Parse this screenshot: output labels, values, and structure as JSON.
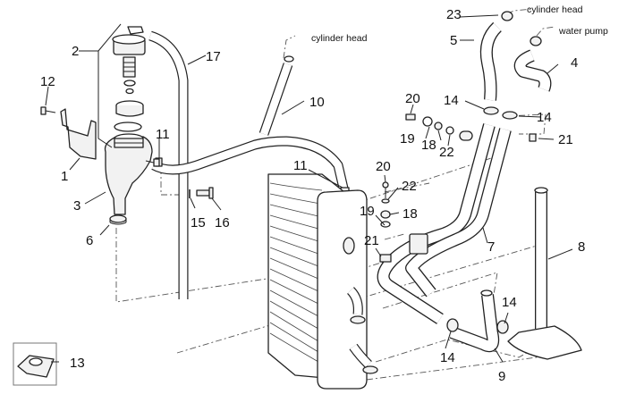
{
  "diagram": {
    "type": "exploded-parts-diagram",
    "subject": "cooling system (radiator, expansion tank and coolant hoses)",
    "callouts": {
      "n1": "1",
      "n2": "2",
      "n3": "3",
      "n4": "4",
      "n5": "5",
      "n6": "6",
      "n7": "7",
      "n8": "8",
      "n9": "9",
      "n10": "10",
      "n11a": "11",
      "n11b": "11",
      "n12": "12",
      "n13": "13",
      "n14a": "14",
      "n14b": "14",
      "n14c": "14",
      "n14d": "14",
      "n15": "15",
      "n16": "16",
      "n17": "17",
      "n18a": "18",
      "n18b": "18",
      "n19a": "19",
      "n19b": "19",
      "n20a": "20",
      "n20b": "20",
      "n21a": "21",
      "n21b": "21",
      "n22a": "22",
      "n22b": "22",
      "n23": "23"
    },
    "notes": {
      "cylinder_head_top_right": "cylinder head",
      "water_pump": "water pump",
      "cylinder_head_center": "cylinder head"
    },
    "parts": [
      {
        "ref": "1",
        "name": "tank bracket"
      },
      {
        "ref": "2",
        "name": "expansion tank cap assembly"
      },
      {
        "ref": "3",
        "name": "expansion tank"
      },
      {
        "ref": "4",
        "name": "hose to water pump"
      },
      {
        "ref": "5",
        "name": "hose to cylinder head"
      },
      {
        "ref": "6",
        "name": "hose clamp"
      },
      {
        "ref": "7",
        "name": "radiator hoses"
      },
      {
        "ref": "8",
        "name": "vertical pipe"
      },
      {
        "ref": "9",
        "name": "lower connecting hose"
      },
      {
        "ref": "10",
        "name": "bleed hose"
      },
      {
        "ref": "11",
        "name": "small clamp"
      },
      {
        "ref": "12",
        "name": "screw"
      },
      {
        "ref": "13",
        "name": "clip nut"
      },
      {
        "ref": "14",
        "name": "hose clamp"
      },
      {
        "ref": "15",
        "name": "washer"
      },
      {
        "ref": "16",
        "name": "screw"
      },
      {
        "ref": "17",
        "name": "overflow pipe"
      },
      {
        "ref": "18",
        "name": "grommet"
      },
      {
        "ref": "19",
        "name": "washer"
      },
      {
        "ref": "20",
        "name": "screw"
      },
      {
        "ref": "21",
        "name": "clip nut"
      },
      {
        "ref": "22",
        "name": "spacer"
      },
      {
        "ref": "23",
        "name": "hose clamp"
      }
    ]
  }
}
